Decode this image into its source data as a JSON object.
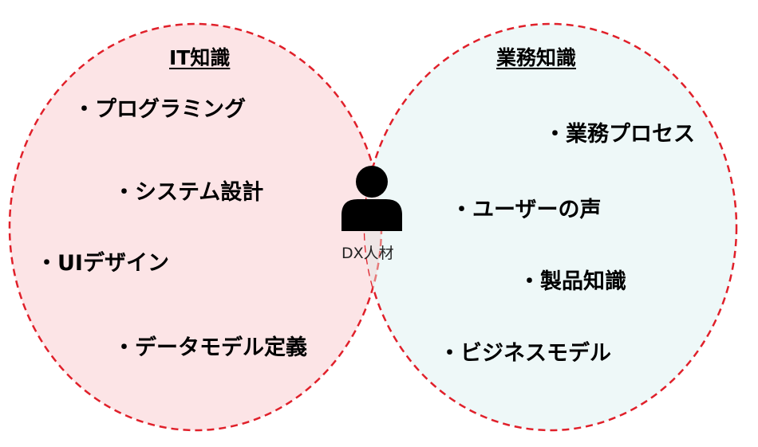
{
  "colors": {
    "left_fill": "#fce4e6",
    "right_fill": "#eef8f8",
    "overlap_fill": "#efe6e6",
    "circle_stroke": "#e0202a",
    "overlap_stroke": "#e67a7a",
    "person_icon": "#000000"
  },
  "diagram": {
    "left": {
      "heading": "IT知識",
      "items": [
        "・プログラミング",
        "・システム設計",
        "・UIデザイン",
        "・データモデル定義"
      ]
    },
    "right": {
      "heading": "業務知識",
      "items": [
        "・業務プロセス",
        "・ユーザーの声",
        "・製品知識",
        "・ビジネスモデル"
      ]
    },
    "center": {
      "icon": "person-icon",
      "label": "DX人材"
    }
  }
}
